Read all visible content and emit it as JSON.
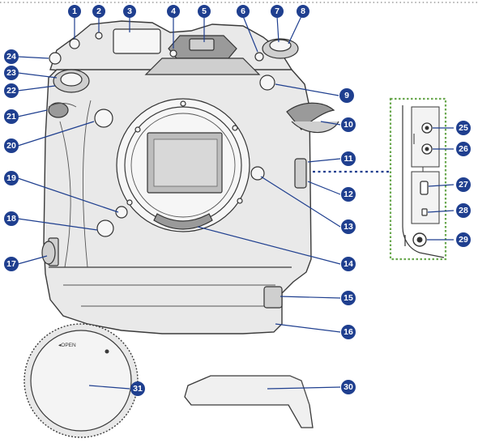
{
  "callouts": [
    {
      "num": "1"
    },
    {
      "num": "2"
    },
    {
      "num": "3"
    },
    {
      "num": "4"
    },
    {
      "num": "5"
    },
    {
      "num": "6"
    },
    {
      "num": "7"
    },
    {
      "num": "8"
    },
    {
      "num": "9"
    },
    {
      "num": "10"
    },
    {
      "num": "11"
    },
    {
      "num": "12"
    },
    {
      "num": "13"
    },
    {
      "num": "14"
    },
    {
      "num": "15"
    },
    {
      "num": "16"
    },
    {
      "num": "17"
    },
    {
      "num": "18"
    },
    {
      "num": "19"
    },
    {
      "num": "20"
    },
    {
      "num": "21"
    },
    {
      "num": "22"
    },
    {
      "num": "23"
    },
    {
      "num": "24"
    },
    {
      "num": "25"
    },
    {
      "num": "26"
    },
    {
      "num": "27"
    },
    {
      "num": "28"
    },
    {
      "num": "29"
    },
    {
      "num": "30"
    },
    {
      "num": "31"
    }
  ],
  "body_cap": {
    "label": "◂OPEN"
  },
  "colors": {
    "callout": "#1f3f8f",
    "inset_border": "#6aa84f",
    "outline": "#3a3a3a"
  }
}
